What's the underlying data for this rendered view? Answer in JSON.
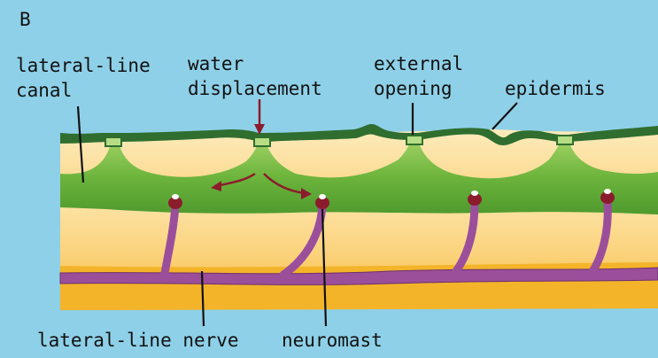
{
  "panel_letter": "B",
  "labels": {
    "lateral_line_canal_1": "lateral-line",
    "lateral_line_canal_2": "canal",
    "water_displacement_1": "water",
    "water_displacement_2": "displacement",
    "external_opening_1": "external",
    "external_opening_2": "opening",
    "epidermis": "epidermis",
    "lateral_line_nerve": "lateral-line nerve",
    "neuromast": "neuromast"
  },
  "colors": {
    "background": "#8ed0e8",
    "epidermis": "#2e6b2e",
    "canal": "#6cb43c",
    "canal_light": "#9ccf64",
    "tissue": "#fde3a4",
    "tissue_deep": "#f5c23a",
    "nerve": "#9b4f9b",
    "neuromast": "#8b1c2c",
    "arrow": "#8b1c2c"
  }
}
